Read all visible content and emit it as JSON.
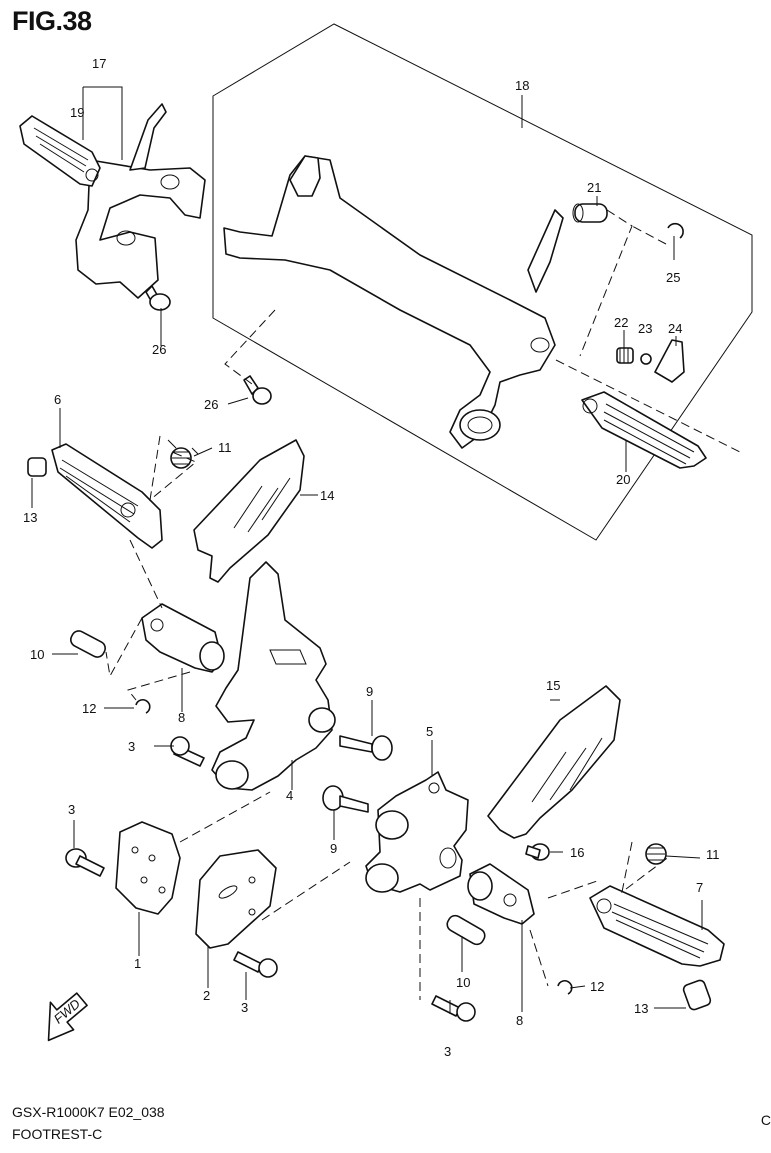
{
  "figure": {
    "title": "FIG.38",
    "model_code": "GSX-R1000K7 E02_038",
    "section_name": "FOOTREST-C",
    "edge_char": "C",
    "fwd_label": "FWD"
  },
  "callouts": [
    "1",
    "2",
    "3",
    "3",
    "3",
    "3",
    "4",
    "5",
    "6",
    "7",
    "8",
    "8",
    "9",
    "9",
    "10",
    "10",
    "11",
    "11",
    "12",
    "12",
    "13",
    "13",
    "14",
    "15",
    "16",
    "17",
    "18",
    "19",
    "20",
    "21",
    "22",
    "23",
    "24",
    "25",
    "26",
    "26"
  ]
}
